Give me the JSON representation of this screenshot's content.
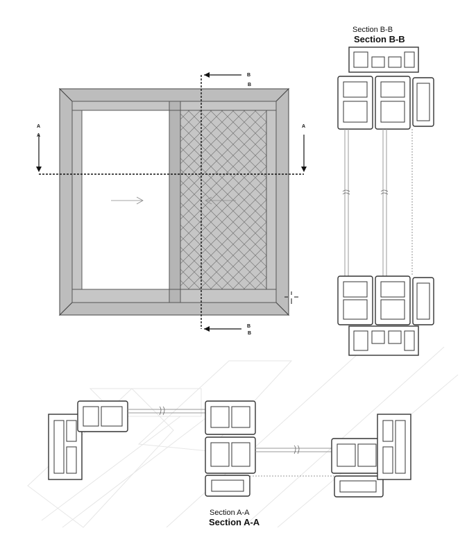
{
  "section_labels": {
    "bb_thin": "Section B-B",
    "bb_bold": "Section B-B",
    "aa_thin": "Section A-A",
    "aa_bold": "Section A-A"
  },
  "cut_markers": {
    "b_top_1": "B",
    "b_top_2": "B",
    "b_bottom_1": "B",
    "b_bottom_2": "B",
    "a_left_1": "A",
    "a_left_2": "A",
    "a_right": "A"
  },
  "colors": {
    "frame_fill": "#bdbdbd",
    "line": "#333333",
    "background": "#ffffff"
  },
  "icons": [
    "slide-right-arrow-icon",
    "slide-left-arrow-icon",
    "crosshair-icon"
  ]
}
